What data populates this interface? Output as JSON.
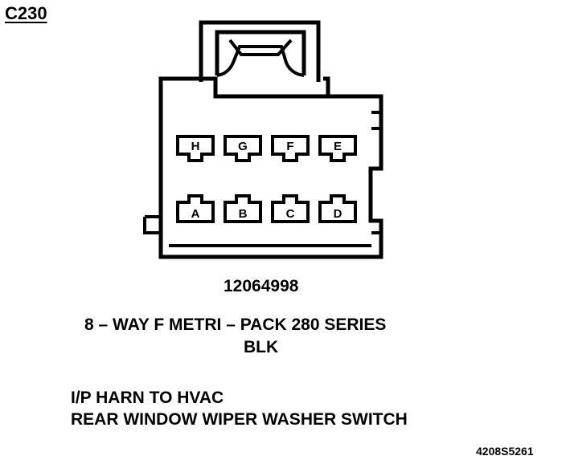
{
  "connector_id": "C230",
  "part_number": "12064998",
  "series": "8 – WAY F METRI – PACK 280 SERIES",
  "color": "BLK",
  "harness": "I/P HARN TO HVAC",
  "function": "REAR WINDOW WIPER WASHER SWITCH",
  "figure_code": "4208S5261",
  "pins": {
    "top": [
      "H",
      "G",
      "F",
      "E"
    ],
    "bottom": [
      "A",
      "B",
      "C",
      "D"
    ]
  }
}
